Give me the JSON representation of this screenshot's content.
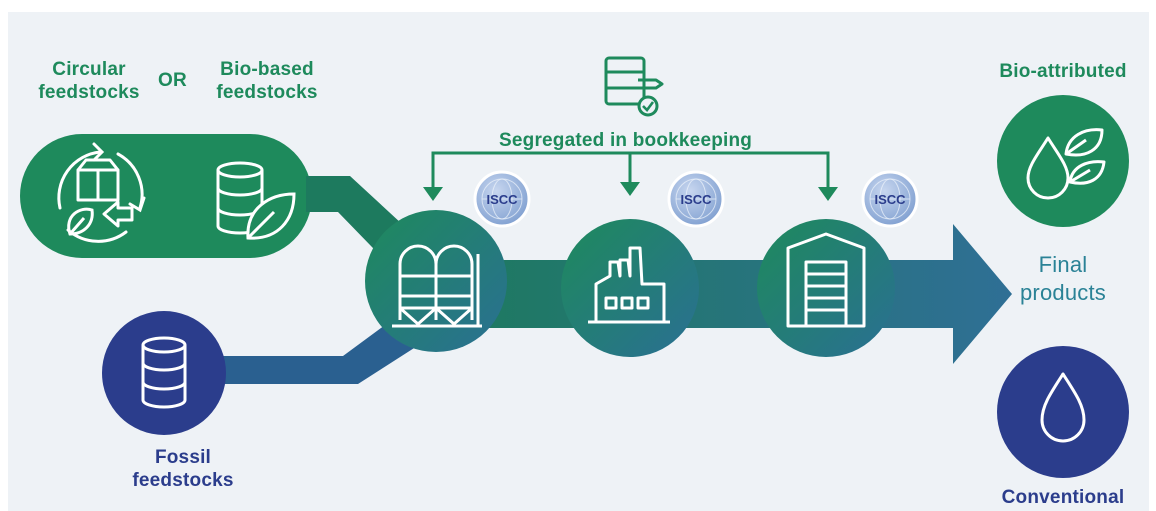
{
  "inputs": {
    "circular": "Circular\nfeedstocks",
    "or": "OR",
    "biobased": "Bio-based\nfeedstocks",
    "fossil": "Fossil\nfeedstocks"
  },
  "bookkeeping": "Segregated in bookkeeping",
  "badges": {
    "text": "ISCC"
  },
  "outputs": {
    "bio": "Bio-attributed",
    "final": "Final\nproducts",
    "conventional": "Conventional"
  },
  "colors": {
    "green": "#1e8a5c",
    "navy": "#2b3d8c",
    "teal_gradient": [
      "#1d7a5e",
      "#2f6f95"
    ],
    "badge": "#7f9fd0",
    "background": "#eef2f6"
  },
  "icons": [
    "recycle-icon",
    "box-icon",
    "leaf-icon",
    "barrel-icon",
    "silo-icon",
    "factory-icon",
    "warehouse-icon",
    "ledger-icon",
    "checkmark-icon",
    "globe-icon",
    "drop-icon"
  ]
}
